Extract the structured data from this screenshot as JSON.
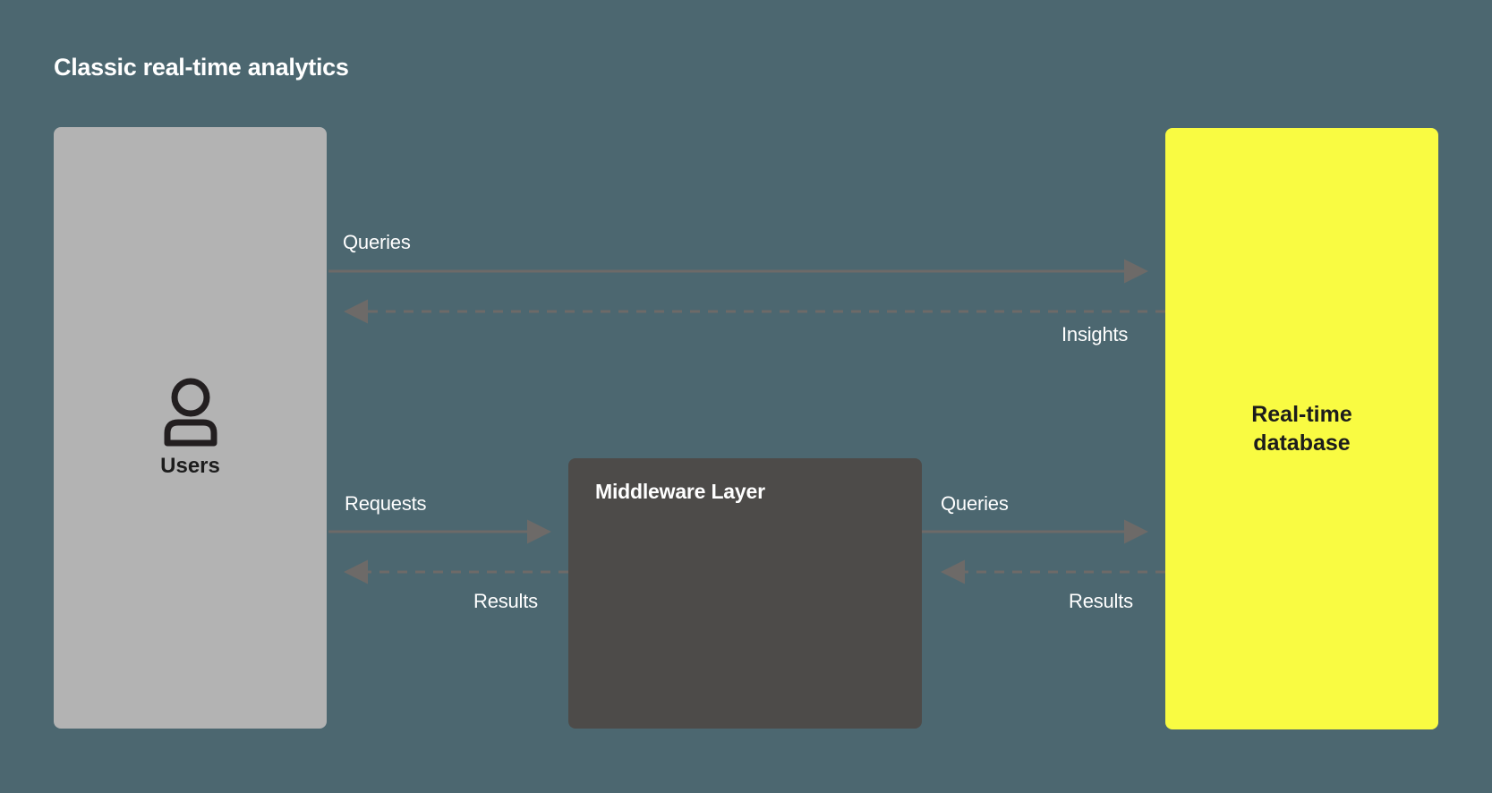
{
  "title": "Classic real-time analytics",
  "theme": {
    "background": "#4c6770",
    "users_box": "#b3b3b3",
    "middleware_box": "#4d4b49",
    "database_box": "#f9fb42",
    "connector": "#6d6a68",
    "title_color": "#ffffff",
    "dark_text": "#1c1c1c"
  },
  "nodes": {
    "users": {
      "label": "Users",
      "icon": "user-icon"
    },
    "middleware": {
      "label": "Middleware Layer"
    },
    "database": {
      "label": "Real-time\ndatabase"
    }
  },
  "edges": [
    {
      "id": "queries-top",
      "label": "Queries",
      "from": "users",
      "to": "database",
      "style": "solid",
      "direction": "right"
    },
    {
      "id": "insights",
      "label": "Insights",
      "from": "database",
      "to": "users",
      "style": "dashed",
      "direction": "left"
    },
    {
      "id": "requests",
      "label": "Requests",
      "from": "users",
      "to": "middleware",
      "style": "solid",
      "direction": "right"
    },
    {
      "id": "results-left",
      "label": "Results",
      "from": "middleware",
      "to": "users",
      "style": "dashed",
      "direction": "left"
    },
    {
      "id": "queries-mid",
      "label": "Queries",
      "from": "middleware",
      "to": "database",
      "style": "solid",
      "direction": "right"
    },
    {
      "id": "results-right",
      "label": "Results",
      "from": "database",
      "to": "middleware",
      "style": "dashed",
      "direction": "left"
    }
  ]
}
